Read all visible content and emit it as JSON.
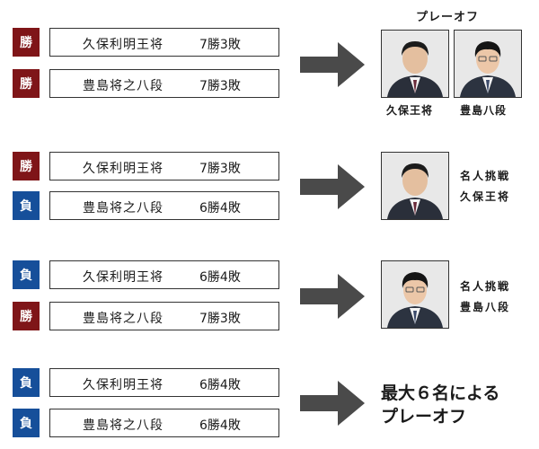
{
  "scenarios": [
    {
      "rows": [
        {
          "badge": "勝",
          "result": "win",
          "name": "久保利明王将",
          "record": "7勝3敗"
        },
        {
          "badge": "勝",
          "result": "win",
          "name": "豊島将之八段",
          "record": "7勝3敗"
        }
      ],
      "outcome": {
        "title": "プレーオフ",
        "photos": [
          {
            "caption": "久保王将",
            "icon": "kubo-portrait"
          },
          {
            "caption": "豊島八段",
            "icon": "toyoshima-portrait"
          }
        ]
      }
    },
    {
      "rows": [
        {
          "badge": "勝",
          "result": "win",
          "name": "久保利明王将",
          "record": "7勝3敗"
        },
        {
          "badge": "負",
          "result": "lose",
          "name": "豊島将之八段",
          "record": "6勝4敗"
        }
      ],
      "outcome": {
        "line1": "名人挑戦",
        "line2": "久保王将",
        "icon": "kubo-portrait"
      }
    },
    {
      "rows": [
        {
          "badge": "負",
          "result": "lose",
          "name": "久保利明王将",
          "record": "6勝4敗"
        },
        {
          "badge": "勝",
          "result": "win",
          "name": "豊島将之八段",
          "record": "7勝3敗"
        }
      ],
      "outcome": {
        "line1": "名人挑戦",
        "line2": "豊島八段",
        "icon": "toyoshima-portrait"
      }
    },
    {
      "rows": [
        {
          "badge": "負",
          "result": "lose",
          "name": "久保利明王将",
          "record": "6勝4敗"
        },
        {
          "badge": "負",
          "result": "lose",
          "name": "豊島将之八段",
          "record": "6勝4敗"
        }
      ],
      "outcome": {
        "line1": "最大６名による",
        "line2": "プレーオフ"
      }
    }
  ],
  "colors": {
    "win_badge": "#7f1518",
    "lose_badge": "#164f9a",
    "arrow": "#4a4a4a",
    "border": "#333333"
  },
  "icons": {
    "arrow": "right-arrow-icon",
    "kubo": "kubo-portrait",
    "toyoshima": "toyoshima-portrait"
  }
}
